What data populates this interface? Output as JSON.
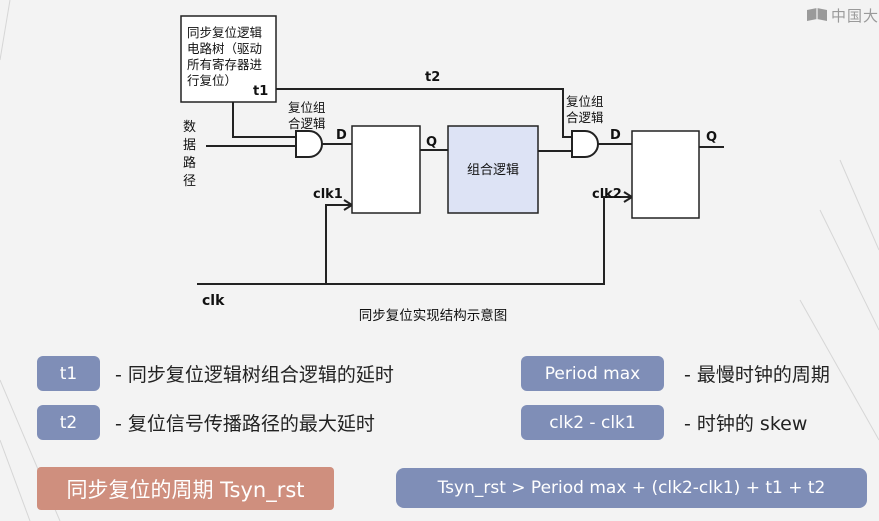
{
  "logo": {
    "text": "中国大"
  },
  "diagram": {
    "reset_tree_label": [
      "同步复位逻辑",
      "电路树（驱动",
      "所有寄存器进",
      "行复位）"
    ],
    "t1": "t1",
    "t2": "t2",
    "data_path_label": [
      "数",
      "据",
      "路",
      "径"
    ],
    "reset_gate1_label": [
      "复位组",
      "合逻辑"
    ],
    "reset_gate2_label": [
      "复位组",
      "合逻辑"
    ],
    "d1": "D",
    "q1": "Q",
    "d2": "D",
    "q2": "Q",
    "clk1": "clk1",
    "clk2": "clk2",
    "comb_logic": "组合逻辑",
    "clk": "clk",
    "caption": "同步复位实现结构示意图"
  },
  "legend": {
    "t1_key": "t1",
    "t1_desc": "- 同步复位逻辑树组合逻辑的延时",
    "t2_key": "t2",
    "t2_desc": "- 复位信号传播路径的最大延时",
    "period_key": "Period max",
    "period_desc": "- 最慢时钟的周期",
    "skew_key": "clk2 - clk1",
    "skew_desc": "- 时钟的 skew"
  },
  "period_title": "同步复位的周期 Tsyn_rst",
  "formula": "Tsyn_rst > Period max + (clk2-clk1) + t1 + t2",
  "colors": {
    "pill": "#7f8eb7",
    "title": "#cf8f7e",
    "block_fill": "#dde3f5"
  }
}
